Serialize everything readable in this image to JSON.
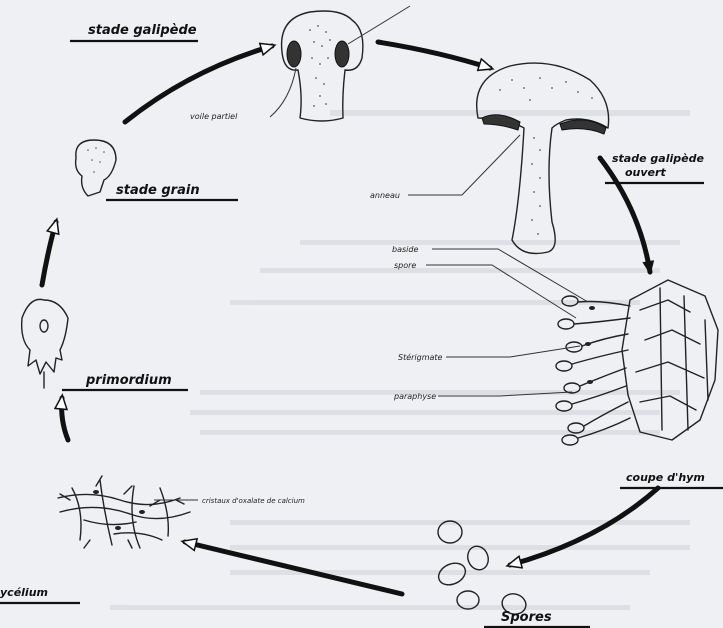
{
  "labels": {
    "stade_galipede": "stade galipède",
    "voile_partiel": "voile partiel",
    "stade_galipede_ouvert_line1": "stade galipède",
    "stade_galipede_ouvert_line2": "ouvert",
    "anneau": "anneau",
    "baside": "baside",
    "spore": "spore",
    "sterigmate": "Stérigmate",
    "paraphyse": "paraphyse",
    "coupe_hymenium": "coupe d'hym",
    "spores": "Spores",
    "cristaux": "cristaux d'oxalate de calcium",
    "mycelium": "ycélium",
    "primordium": "primordium",
    "stade_grain": "stade grain"
  }
}
